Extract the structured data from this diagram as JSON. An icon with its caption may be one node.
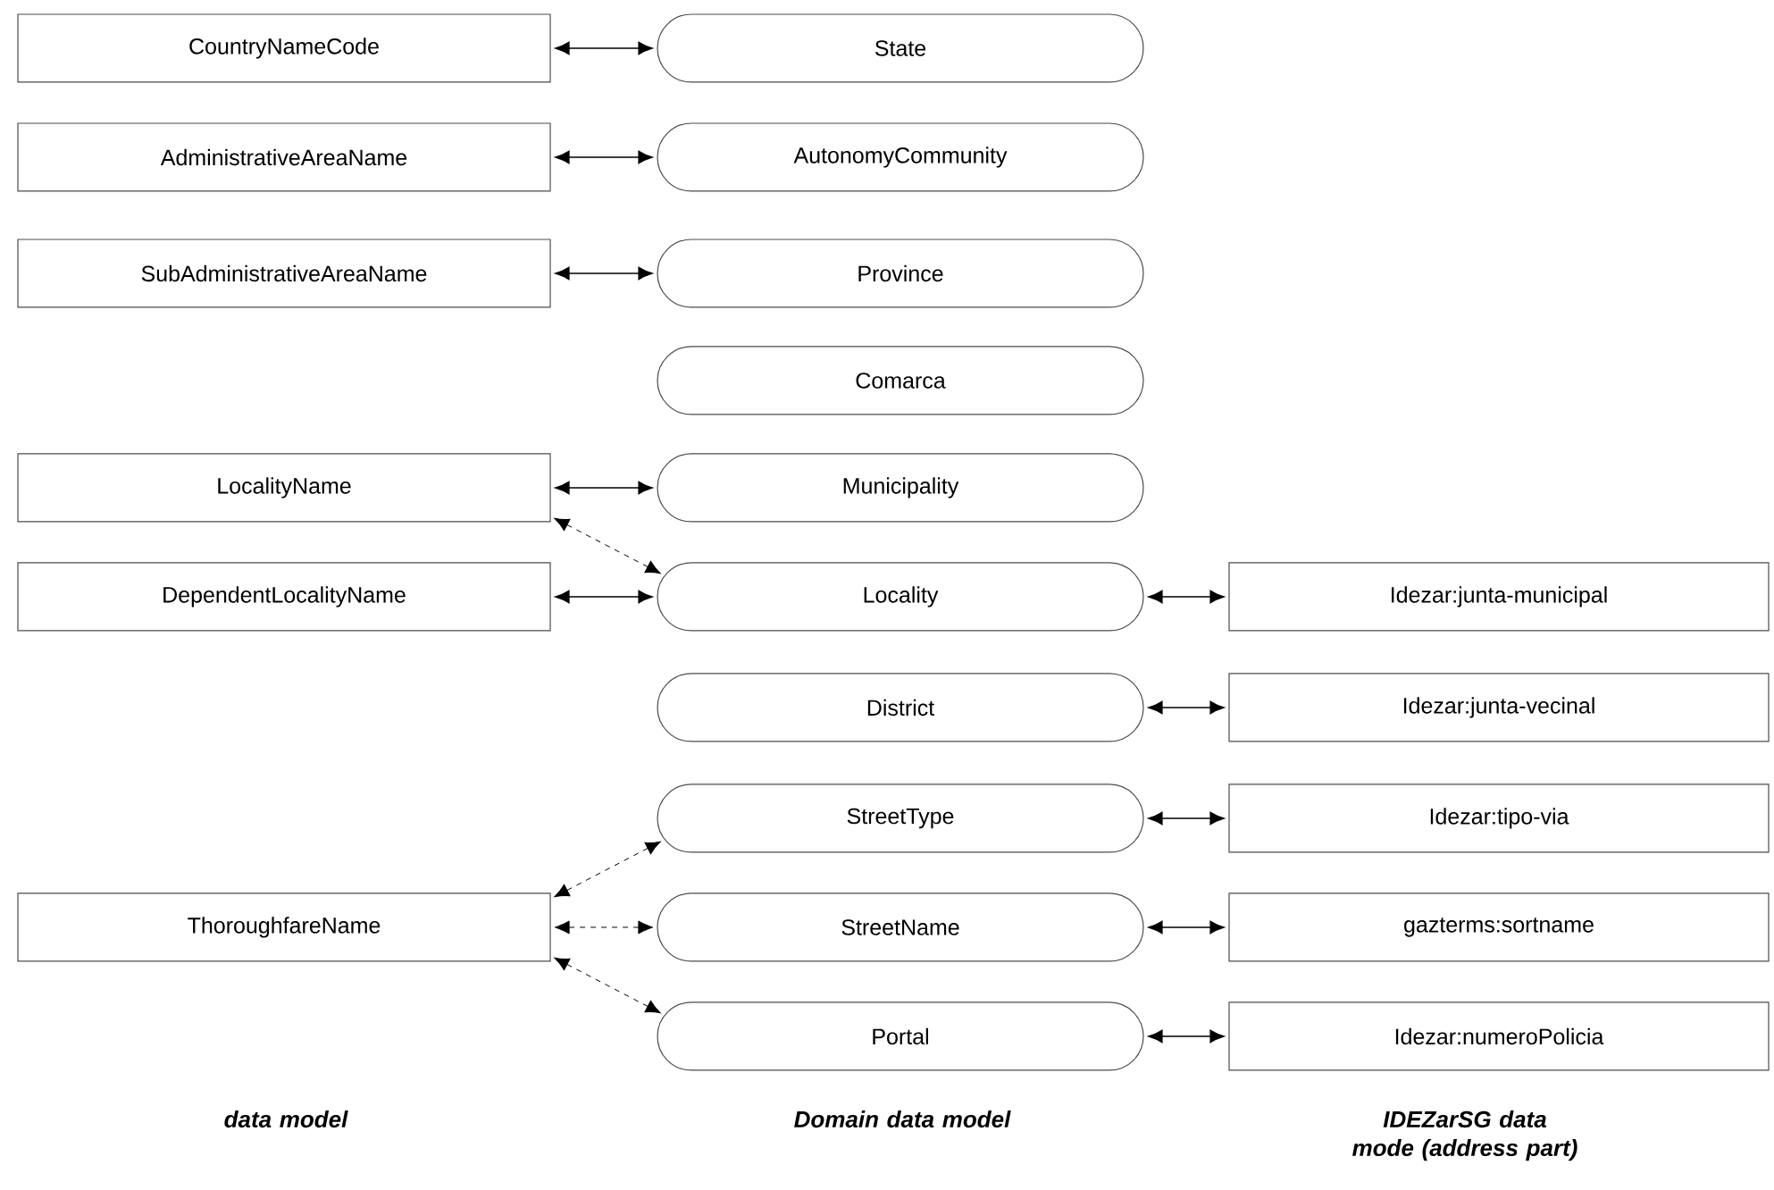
{
  "diagram": {
    "nodes": [
      {
        "text": [
          "CountryNameCode"
        ]
      },
      {
        "text": [
          "State"
        ]
      },
      {
        "text": [
          "AdministrativeAreaName"
        ]
      },
      {
        "text": [
          "AutonomyCommunity"
        ]
      },
      {
        "text": [
          "SubAdministrativeAreaName"
        ]
      },
      {
        "text": [
          "Province"
        ]
      },
      {
        "text": [
          "Comarca"
        ]
      },
      {
        "text": [
          "LocalityName"
        ]
      },
      {
        "text": [
          "Municipality"
        ]
      },
      {
        "text": [
          "DependentLocalityName"
        ]
      },
      {
        "text": [
          "Locality"
        ]
      },
      {
        "text": [
          "Idezar:junta-municipal"
        ]
      },
      {
        "text": [
          "District"
        ]
      },
      {
        "text": [
          "Idezar:junta-vecinal"
        ]
      },
      {
        "text": [
          "StreetType"
        ]
      },
      {
        "text": [
          "Idezar:tipo-via"
        ]
      },
      {
        "text": [
          "ThoroughfareName"
        ]
      },
      {
        "text": [
          "StreetName"
        ]
      },
      {
        "text": [
          "gazterms:sortname"
        ]
      },
      {
        "text": [
          "Portal"
        ]
      },
      {
        "text": [
          "Idezar:numeroPolicia"
        ]
      }
    ],
    "edges": [
      {
        "from": 0,
        "to": 1,
        "arrow": "both"
      },
      {
        "from": 2,
        "to": 3,
        "arrow": "both"
      },
      {
        "from": 4,
        "to": 5,
        "arrow": "both"
      },
      {
        "from": 7,
        "to": 8,
        "arrow": "both"
      },
      {
        "from": 7,
        "to": 10,
        "arrow": "both",
        "style": "dashed"
      },
      {
        "from": 9,
        "to": 10,
        "arrow": "both"
      },
      {
        "from": 10,
        "to": 11,
        "arrow": "both"
      },
      {
        "from": 12,
        "to": 13,
        "arrow": "both"
      },
      {
        "from": 16,
        "to": 14,
        "arrow": "both",
        "style": "dashed"
      },
      {
        "from": 16,
        "to": 17,
        "arrow": "both",
        "style": "dashed"
      },
      {
        "from": 16,
        "to": 19,
        "arrow": "both",
        "style": "dashed"
      },
      {
        "from": 14,
        "to": 15,
        "arrow": "both"
      },
      {
        "from": 17,
        "to": 18,
        "arrow": "both"
      },
      {
        "from": 19,
        "to": 20,
        "arrow": "both"
      }
    ],
    "labels": [
      "data model",
      "Domain data model",
      "IDEZarSG data mode (address part)"
    ]
  }
}
